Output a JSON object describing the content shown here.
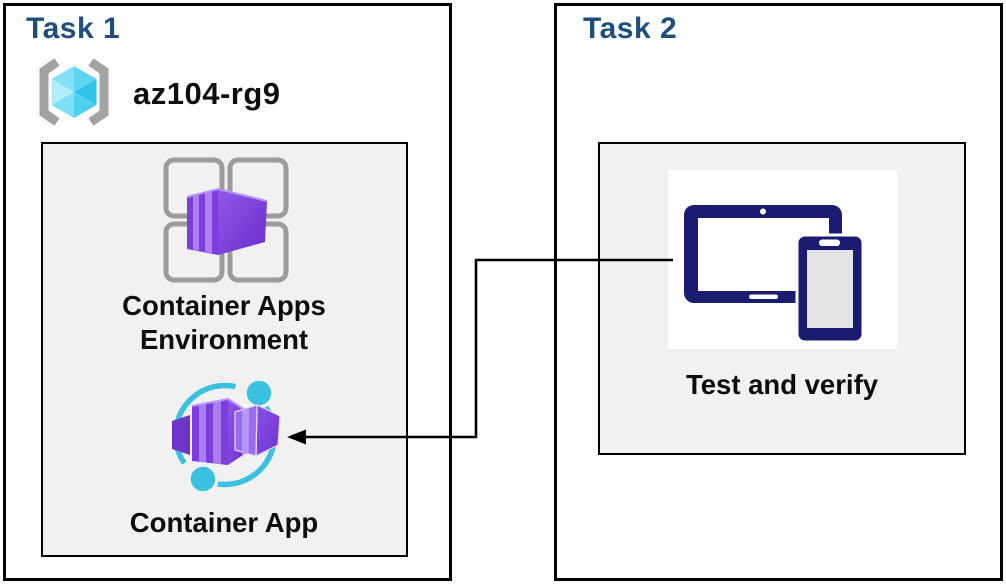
{
  "task1": {
    "label": "Task 1",
    "resource_group": {
      "name": "az104-rg9",
      "icon": "resource-group-icon"
    },
    "group_items": [
      {
        "label": "Container Apps Environment",
        "icon": "container-apps-environment-icon"
      },
      {
        "label": "Container App",
        "icon": "container-app-icon"
      }
    ]
  },
  "task2": {
    "label": "Task 2",
    "group_items": [
      {
        "label": "Test and verify",
        "icon": "devices-icon"
      }
    ]
  },
  "connector": {
    "from": "devices-icon",
    "to": "container-app-icon",
    "type": "elbow-arrow"
  },
  "colors": {
    "task_heading": "#1F4E79",
    "panel_background": "#f1f1f1",
    "box_border": "#000000",
    "device_navy": "#1b1b6f",
    "container_purple": "#7c3ddd",
    "container_purple_light": "#aa80f0",
    "container_purple_dark": "#6a2dcb",
    "app_ring_cyan": "#3bc0df",
    "resource_group_cyan": "#5ed6f1",
    "bracket_gray": "#a3a3a3",
    "grid_gray": "#9b9b9b"
  }
}
